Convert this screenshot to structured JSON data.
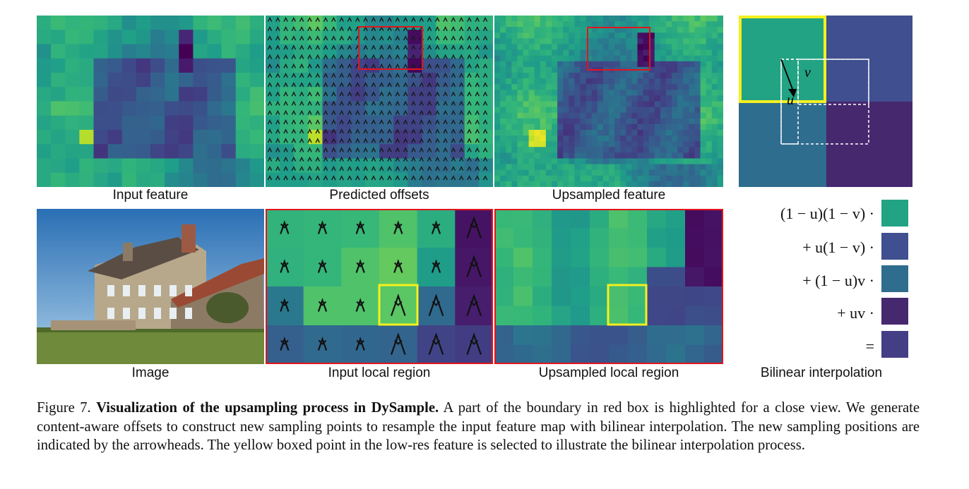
{
  "figure": {
    "panels": {
      "input_feature": "Input feature",
      "predicted_offsets": "Predicted offsets",
      "upsampled_feature": "Upsampled feature",
      "image": "Image",
      "input_local_region": "Input local region",
      "upsampled_local_region": "Upsampled local region",
      "bilinear_interpolation": "Bilinear interpolation"
    },
    "bilinear": {
      "u_label": "u",
      "v_label": "v",
      "terms": [
        "(1 − u)(1 − v) ·",
        "+ u(1 − v) ·",
        "+ (1 − u)v ·",
        "+ uv ·",
        "="
      ],
      "colors": [
        "#22a384",
        "#3f4f8f",
        "#2f6d8e",
        "#46286f",
        "#443e85"
      ]
    },
    "caption": {
      "label": "Figure 7.",
      "title": "Visualization of the upsampling process in DySample.",
      "body": "A part of the boundary in red box is highlighted for a close view. We generate content-aware offsets to construct new sampling points to resample the input feature map with bilinear interpolation. The new sampling positions are indicated by the arrowheads. The yellow boxed point in the low-res feature is selected to illustrate the bilinear interpolation process."
    },
    "colors": {
      "highlight_red": "#e4141b",
      "highlight_yellow": "#f5f01e"
    }
  }
}
